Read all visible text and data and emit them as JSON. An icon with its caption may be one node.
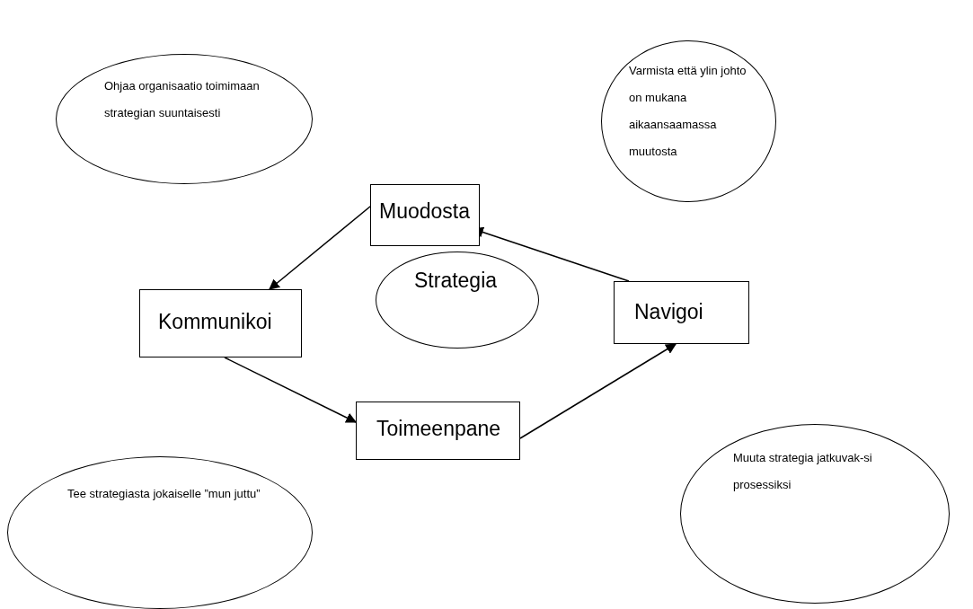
{
  "diagram": {
    "nodes": [
      {
        "text": [
          "Ohjaa organisaatio toimimaan strategian suuntaisesti"
        ]
      },
      {
        "text": [
          "Varmista että ylin johto on mukana aikaansaamassa muutosta"
        ]
      },
      {
        "text": [
          "Muodosta"
        ]
      },
      {
        "text": [
          "Strategia"
        ]
      },
      {
        "text": [
          "Kommunikoi"
        ]
      },
      {
        "text": [
          "Navigoi"
        ]
      },
      {
        "text": [
          "Toimeenpane"
        ]
      },
      {
        "text": [
          "Tee strategiasta jokaiselle ”mun juttu”"
        ]
      },
      {
        "text": [
          "Muuta strategia jatkuvak-si prosessiksi"
        ]
      }
    ],
    "edges": [
      {
        "from": 2,
        "to": 4,
        "arrow": "to"
      },
      {
        "from": 4,
        "to": 6,
        "arrow": "to"
      },
      {
        "from": 6,
        "to": 5,
        "arrow": "to"
      },
      {
        "from": 5,
        "to": 2,
        "arrow": "to"
      }
    ]
  }
}
